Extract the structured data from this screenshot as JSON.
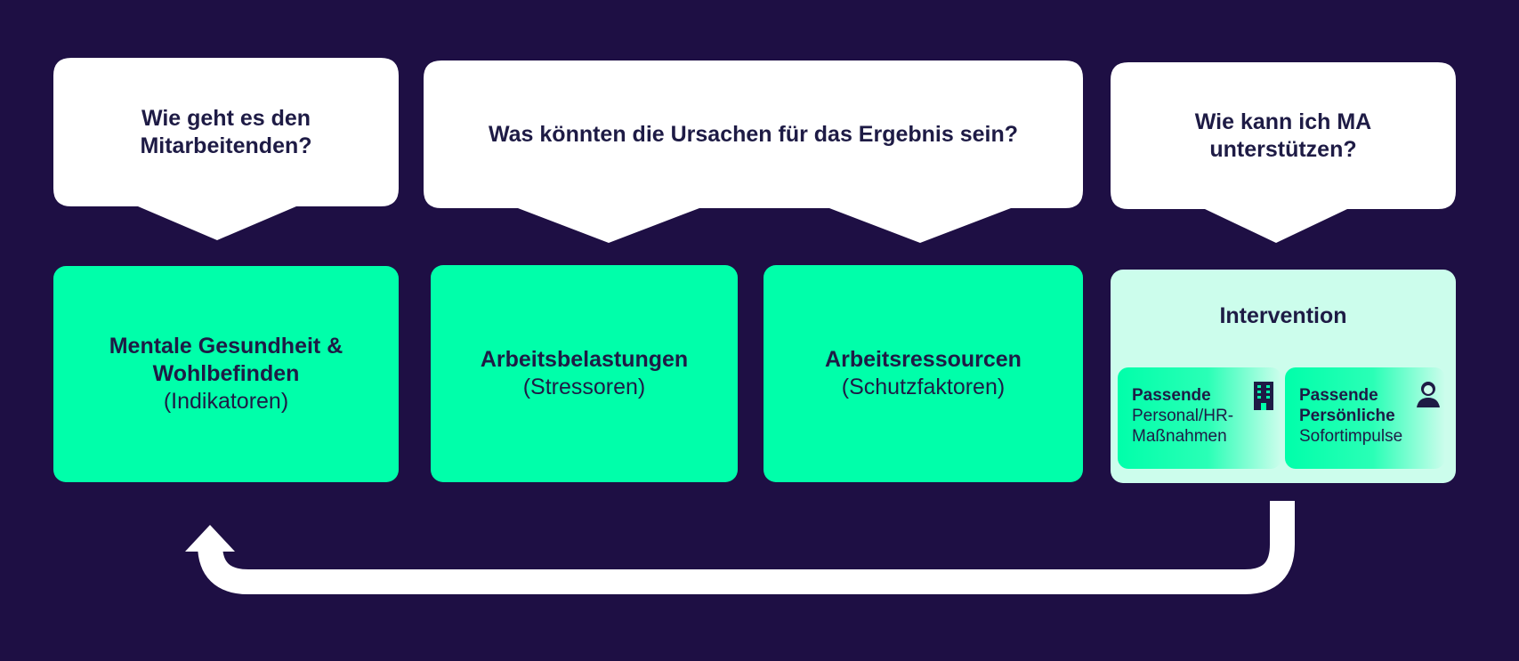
{
  "questions": {
    "q1": "Wie geht es den Mitarbeitenden?",
    "q2": "Was könnten die Ursachen für das Ergebnis sein?",
    "q3": "Wie kann ich MA unterstützen?"
  },
  "cards": {
    "mental": {
      "title": "Mentale Gesundheit & Wohlbefinden",
      "sub": "(Indikatoren)"
    },
    "belastungen": {
      "title": "Arbeitsbelastungen",
      "sub": "(Stressoren)"
    },
    "ressourcen": {
      "title": "Arbeitsressourcen",
      "sub": "(Schutzfaktoren)"
    }
  },
  "intervention": {
    "title": "Intervention",
    "hr": {
      "bold": "Passende",
      "text": "Personal/HR-Maßnahmen",
      "icon": "building-icon"
    },
    "personal": {
      "bold": "Passende Persönliche",
      "text": "Sofortimpulse",
      "icon": "person-icon"
    }
  },
  "colors": {
    "background": "#1e0f44",
    "accent": "#00ffaa",
    "panel": "#ccfdec",
    "text": "#1e1b45"
  }
}
